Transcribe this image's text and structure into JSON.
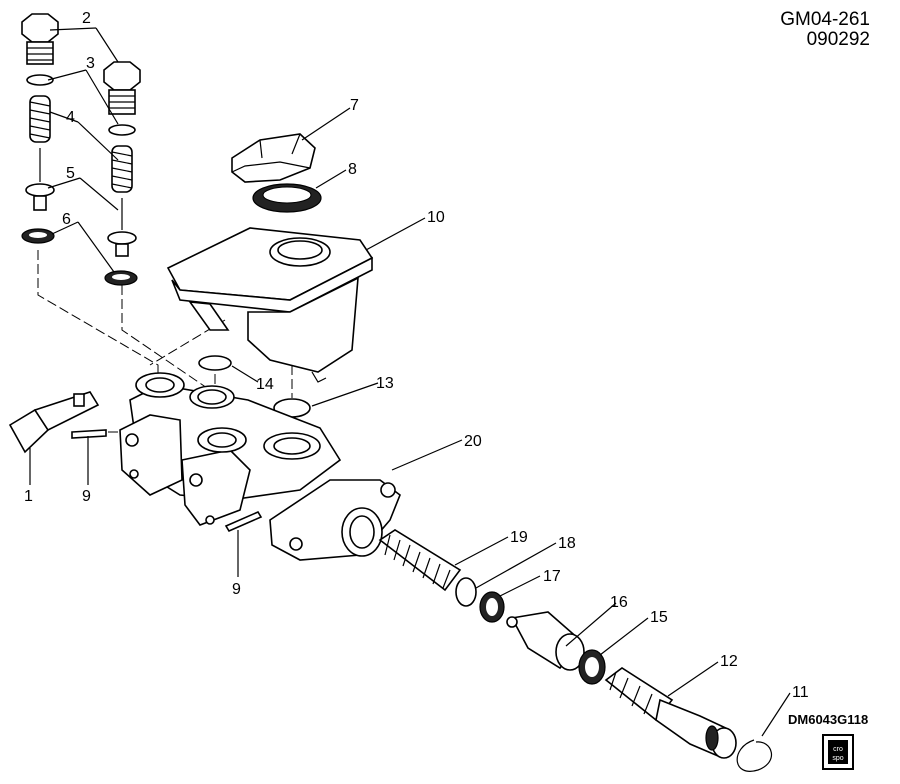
{
  "header": {
    "code_line1": "GM04-261",
    "code_line2": "090292"
  },
  "footer": {
    "figure_id": "DM6043G118",
    "logo_text_top": "cro",
    "logo_text_bottom": "spo"
  },
  "callouts": [
    {
      "id": "c1",
      "text": "1"
    },
    {
      "id": "c2",
      "text": "2"
    },
    {
      "id": "c3",
      "text": "3"
    },
    {
      "id": "c4",
      "text": "4"
    },
    {
      "id": "c5",
      "text": "5"
    },
    {
      "id": "c6",
      "text": "6"
    },
    {
      "id": "c7",
      "text": "7"
    },
    {
      "id": "c8",
      "text": "8"
    },
    {
      "id": "c9a",
      "text": "9"
    },
    {
      "id": "c9b",
      "text": "9"
    },
    {
      "id": "c10",
      "text": "10"
    },
    {
      "id": "c11",
      "text": "11"
    },
    {
      "id": "c12",
      "text": "12"
    },
    {
      "id": "c13",
      "text": "13"
    },
    {
      "id": "c14",
      "text": "14"
    },
    {
      "id": "c15",
      "text": "15"
    },
    {
      "id": "c16",
      "text": "16"
    },
    {
      "id": "c17",
      "text": "17"
    },
    {
      "id": "c18",
      "text": "18"
    },
    {
      "id": "c19",
      "text": "19"
    },
    {
      "id": "c20",
      "text": "20"
    }
  ]
}
